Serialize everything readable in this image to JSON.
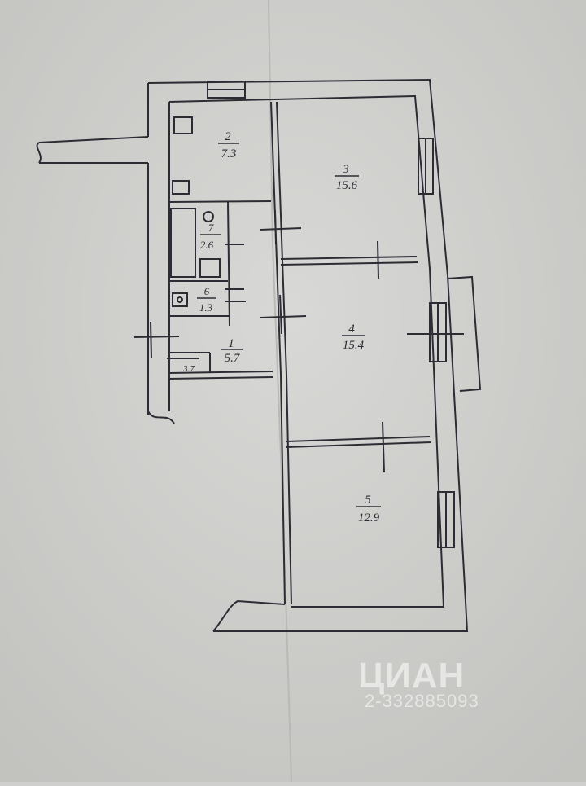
{
  "rooms": [
    {
      "number": "1",
      "area": "5.7"
    },
    {
      "number": "2",
      "area": "7.3"
    },
    {
      "number": "3",
      "area": "15.6"
    },
    {
      "number": "4",
      "area": "15.4"
    },
    {
      "number": "5",
      "area": "12.9"
    },
    {
      "number": "6",
      "area": "1.3"
    },
    {
      "number": "7",
      "area": "2.6"
    },
    {
      "number": "",
      "area": "3.7"
    }
  ],
  "watermark": {
    "logo": "ЦИАН",
    "listing_id": "2-332885093"
  },
  "colors": {
    "paper": "#cfcfcd",
    "ink": "#2c2c34",
    "watermark": "#ffffff"
  }
}
